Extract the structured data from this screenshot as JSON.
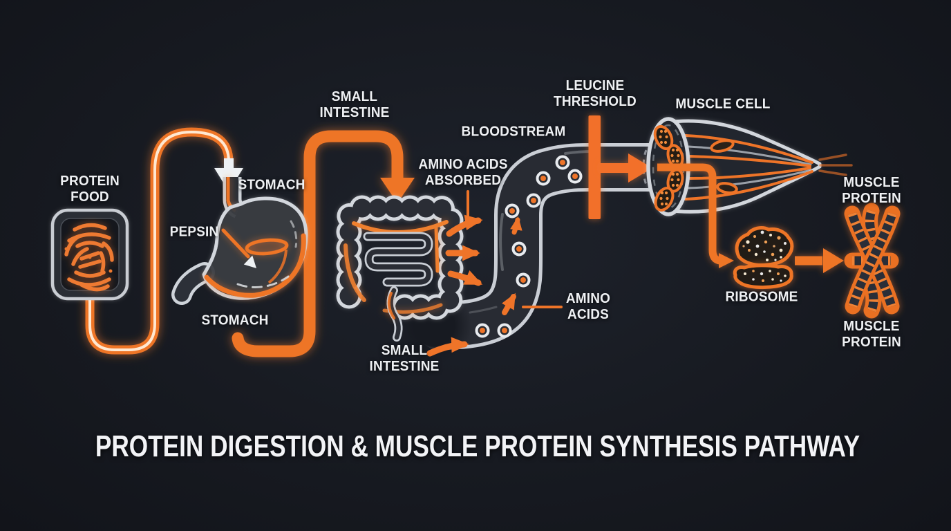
{
  "title": "PROTEIN DIGESTION & MUSCLE PROTEIN SYNTHESIS PATHWAY",
  "colors": {
    "background": "#171a21",
    "accent_orange": "#ee7428",
    "outline_gray": "#d3d7dd",
    "text_white": "#eef0f3"
  },
  "labels": {
    "protein_food": {
      "line1": "PROTEIN",
      "line2": "FOOD"
    },
    "pepsin": {
      "text": "PEPSIN"
    },
    "stomach_top": {
      "text": "STOMACH"
    },
    "stomach_bottom": {
      "text": "STOMACH"
    },
    "small_intestine_top": {
      "line1": "SMALL",
      "line2": "INTESTINE"
    },
    "small_intestine_bottom": {
      "line1": "SMALL",
      "line2": "INTESTINE"
    },
    "amino_acids_absorbed": {
      "line1": "AMINO ACIDS",
      "line2": "ABSORBED"
    },
    "bloodstream": {
      "text": "BLOODSTREAM"
    },
    "leucine_threshold": {
      "line1": "LEUCINE",
      "line2": "THRESHOLD"
    },
    "muscle_cell": {
      "text": "MUSCLE CELL"
    },
    "amino_acids": {
      "line1": "AMINO",
      "line2": "ACIDS"
    },
    "ribosome": {
      "text": "RIBOSOME"
    },
    "muscle_protein_top": {
      "line1": "MUSCLE",
      "line2": "PROTEIN"
    },
    "muscle_protein_bottom": {
      "line1": "MUSCLE",
      "line2": "PROTEIN"
    }
  }
}
